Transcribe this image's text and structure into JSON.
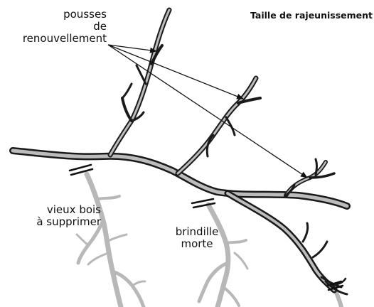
{
  "title": "Taille de rajeunissement",
  "labels": {
    "pousses_line1": "pousses",
    "pousses_line2": "de",
    "pousses_line3": "renouvellement",
    "vieux_line1": "vieux bois",
    "vieux_line2": "à supprimer",
    "brindille_line1": "brindille",
    "brindille_line2": "morte"
  },
  "colors": {
    "wood_outline": "#1a1a1a",
    "wood_fill": "#bcbcbc",
    "dead_wood": "#b8b8b8",
    "text": "#111111"
  }
}
